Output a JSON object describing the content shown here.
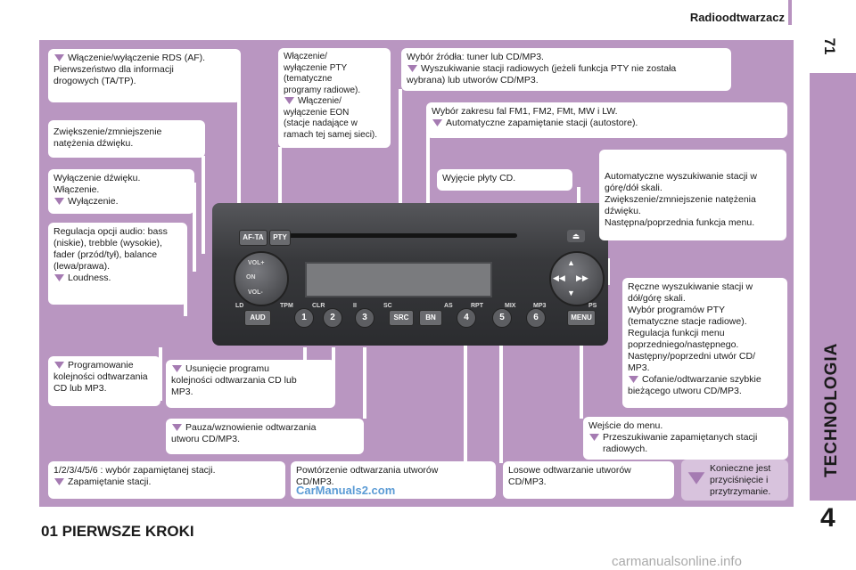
{
  "header": {
    "title": "Radioodtwarzacz",
    "page_number": "71"
  },
  "section": {
    "label": "TECHNOLOGIA",
    "chapter": "4"
  },
  "footer": {
    "title": "01 PIERWSZE KROKI"
  },
  "watermarks": {
    "top": "CarManuals2.com",
    "bottom": "carmanualsonline.info"
  },
  "device": {
    "buttons": [
      "AF-TA",
      "PTY",
      "SRC",
      "BN",
      "AUD",
      "MENU"
    ],
    "labels": [
      "LD",
      "TPM",
      "CLR",
      "II",
      "SC",
      "AS",
      "RPT",
      "MIX",
      "MP3",
      "PS"
    ],
    "numbers": [
      "1",
      "2",
      "3",
      "4",
      "5",
      "6"
    ],
    "knob": [
      "VOL+",
      "ON",
      "VOL-"
    ]
  },
  "boxes": {
    "rds": {
      "l1": "Włączenie/wyłączenie RDS (AF).",
      "l2": "Pierwszeństwo dla informacji",
      "l3": "drogowych (TA/TP)."
    },
    "volume": {
      "l1": "Zwiększenie/zmniejszenie",
      "l2": "natężenia dźwięku."
    },
    "mute": {
      "l1": "Wyłączenie dźwięku.",
      "l2": "Włączenie.",
      "l3": "Wyłączenie."
    },
    "audio": {
      "l1": "Regulacja opcji audio: bass",
      "l2": "(niskie), trebble (wysokie),",
      "l3": "fader (przód/tył), balance",
      "l4": "(lewa/prawa).",
      "l5": "Loudness."
    },
    "pty": {
      "l1": "Włączenie/",
      "l2": "wyłączenie PTY",
      "l3": "(tematyczne",
      "l4": "programy radiowe).",
      "l5": "Włączenie/",
      "l6": "wyłączenie EON",
      "l7": "(stacje nadające w",
      "l8": "ramach tej samej sieci)."
    },
    "source": {
      "l1": "Wybór źródła: tuner lub CD/MP3.",
      "l2": "Wyszukiwanie stacji radiowych (jeżeli funkcja PTY nie została",
      "l3": "wybrana) lub utworów CD/MP3."
    },
    "band": {
      "l1": "Wybór zakresu fal FM1, FM2, FMt, MW i LW.",
      "l2": "Automatyczne zapamiętanie stacji (autostore)."
    },
    "eject": {
      "l1": "Wyjęcie płyty CD."
    },
    "autosearch": {
      "l1": "Automatyczne wyszukiwanie stacji w",
      "l2": "górę/dół skali.",
      "l3": "Zwiększenie/zmniejszenie natężenia",
      "l4": "dźwięku.",
      "l5": "Następna/poprzednia funkcja menu."
    },
    "manual": {
      "l1": "Ręczne wyszukiwanie stacji w",
      "l2": "dół/górę skali.",
      "l3": "Wybór programów PTY",
      "l4": "(tematyczne stacje radiowe).",
      "l5": "Regulacja funkcji menu",
      "l6": "poprzedniego/następnego.",
      "l7": "Następny/poprzedni utwór CD/",
      "l8": "MP3.",
      "l9": "Cofanie/odtwarzanie szybkie",
      "l10": "bieżącego utworu CD/MP3."
    },
    "program": {
      "l1": "Programowanie",
      "l2": "kolejności odtwarzania",
      "l3": "CD lub MP3."
    },
    "delete": {
      "l1": "Usunięcie programu",
      "l2": "kolejności odtwarzania CD lub",
      "l3": "MP3."
    },
    "pause": {
      "l1": "Pauza/wznowienie odtwarzania",
      "l2": "utworu CD/MP3."
    },
    "menu": {
      "l1": "Wejście do menu.",
      "l2": "Przeszukiwanie zapamiętanych stacji",
      "l3": "radiowych."
    },
    "presets": {
      "l1": "1/2/3/4/5/6 : wybór zapamiętanej stacji.",
      "l2": "Zapamiętanie stacji."
    },
    "repeat": {
      "l1": "Powtórzenie odtwarzania utworów",
      "l2": "CD/MP3."
    },
    "random": {
      "l1": "Losowe odtwarzanie utworów",
      "l2": "CD/MP3."
    },
    "hold": {
      "l1": "Konieczne jest",
      "l2": "przyciśnięcie i",
      "l3": "przytrzymanie."
    }
  }
}
